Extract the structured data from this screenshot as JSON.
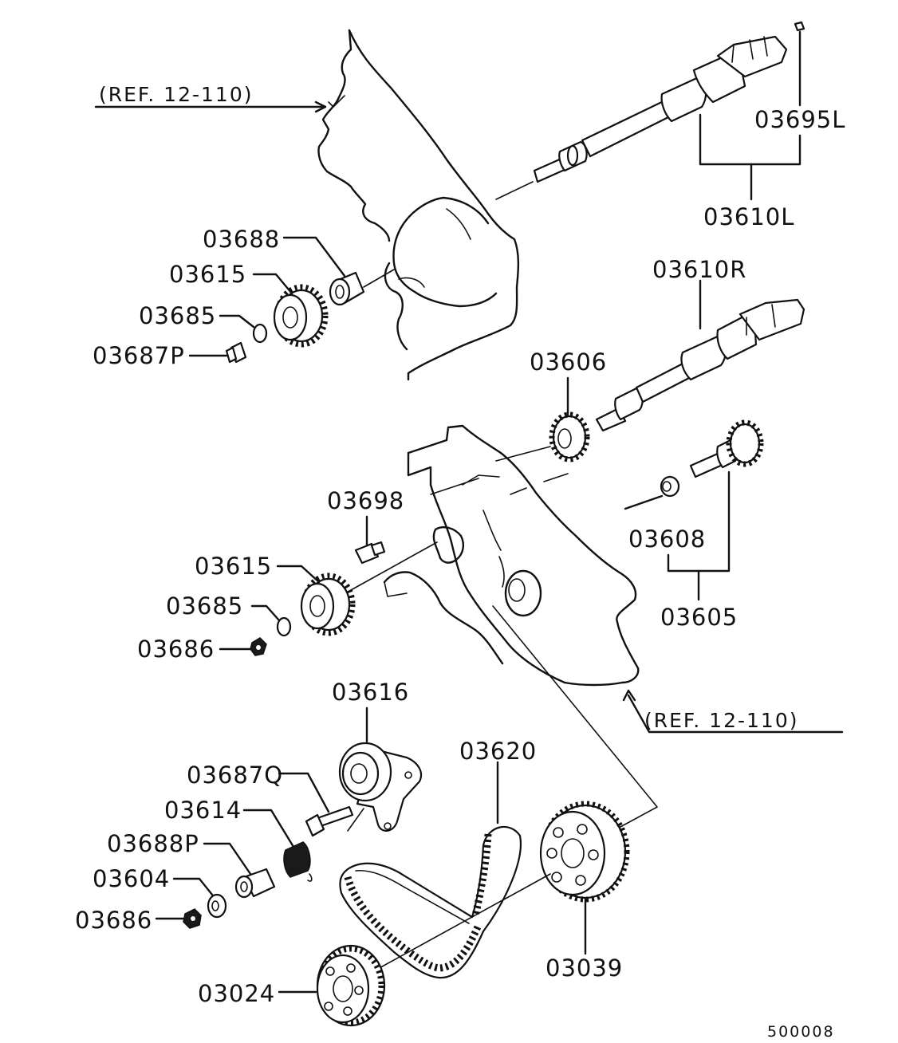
{
  "diagram": {
    "references": [
      {
        "id": "ref-upper",
        "text": "(REF. 12-110)"
      },
      {
        "id": "ref-lower",
        "text": "(REF. 12-110)"
      }
    ],
    "labels": [
      "03695L",
      "03610L",
      "03688",
      "03615",
      "03685",
      "03687P",
      "03610R",
      "03606",
      "03698",
      "03608",
      "03605",
      "03615",
      "03685",
      "03686",
      "03616",
      "03687Q",
      "03620",
      "03614",
      "03688P",
      "03604",
      "03686",
      "03039",
      "03024"
    ],
    "drawing_code": "500008"
  }
}
